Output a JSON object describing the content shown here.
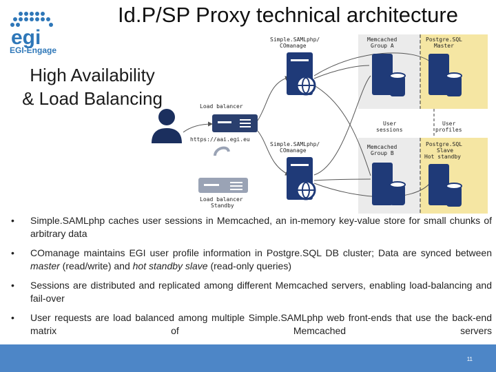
{
  "slide": {
    "title": "Id.P/SP Proxy technical architecture",
    "subtitle_lines": [
      "High Availability",
      "& Load Balancing"
    ],
    "logo_text": "EGI-Engage",
    "page_number": "11"
  },
  "diagram": {
    "labels": {
      "load_balancer": "Load balancer",
      "url": "https://aai.egi.eu",
      "lb_standby_1": "Load balancer",
      "lb_standby_2": "Standby",
      "samlphp_a_1": "Simple.SAMLphp/",
      "samlphp_a_2": "COmanage",
      "samlphp_b_1": "Simple.SAMLphp/",
      "samlphp_b_2": "COmanage",
      "memcached_a_1": "Memcached",
      "memcached_a_2": "Group A",
      "memcached_b_1": "Memcached",
      "memcached_b_2": "Group B",
      "pg_master_1": "Postgre.SQL",
      "pg_master_2": "Master",
      "pg_slave_1": "Postgre.SQL",
      "pg_slave_2": "Slave",
      "pg_slave_3": "Hot standby",
      "user_sessions_1": "User",
      "user_sessions_2": "sessions",
      "user_profiles_1": "User",
      "user_profiles_2": "profiles"
    },
    "colors": {
      "server": "#1f3a78",
      "lb": "#2a3f6e",
      "lb_standby": "#9aa3b5",
      "memcached_bg": "#ebebeb",
      "postgres_bg": "#f5e6a3",
      "user": "#1b2f5e"
    }
  },
  "bullets": [
    {
      "symbol": "•",
      "segments": [
        {
          "text": "Simple.SAMLphp caches user sessions in Memcached,  an in-memory key-value store for small chunks of arbitrary data",
          "italic": false
        }
      ]
    },
    {
      "symbol": "•",
      "segments": [
        {
          "text": "COmanage maintains EGI user profile information in Postgre.SQL DB cluster; Data are synced between ",
          "italic": false
        },
        {
          "text": "master",
          "italic": true
        },
        {
          "text": " (read/write) and ",
          "italic": false
        },
        {
          "text": "hot standby slave",
          "italic": true
        },
        {
          "text": " (read-only queries)",
          "italic": false
        }
      ]
    },
    {
      "symbol": "•",
      "segments": [
        {
          "text": "Sessions are distributed and replicated among different Memcached servers, enabling load-balancing and fail-over",
          "italic": false
        }
      ]
    },
    {
      "symbol": "•",
      "segments": [
        {
          "text": "User requests are load balanced among multiple Simple.SAMLphp web front-ends that use the back-end matrix of Memcached servers",
          "italic": false
        }
      ]
    }
  ]
}
